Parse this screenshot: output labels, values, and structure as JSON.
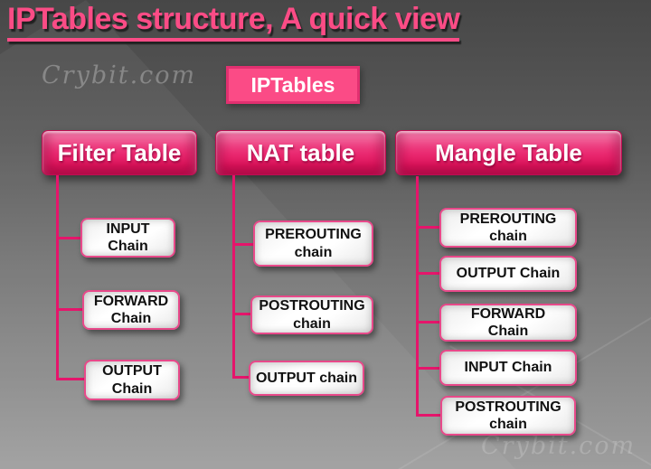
{
  "title": "IPTables structure, A quick view",
  "watermark_top": "Crybit.com",
  "watermark_bottom": "Crybit.com",
  "root": {
    "label": "IPTables"
  },
  "columns": [
    {
      "title": "Filter Table",
      "chains": [
        {
          "label": "INPUT\nChain"
        },
        {
          "label": "FORWARD\nChain"
        },
        {
          "label": "OUTPUT\nChain"
        }
      ]
    },
    {
      "title": "NAT table",
      "chains": [
        {
          "label": "PREROUTING\nchain"
        },
        {
          "label": "POSTROUTING\nchain"
        },
        {
          "label": "OUTPUT chain"
        }
      ]
    },
    {
      "title": "Mangle Table",
      "chains": [
        {
          "label": "PREROUTING\nchain"
        },
        {
          "label": "OUTPUT Chain"
        },
        {
          "label": "FORWARD\nChain"
        },
        {
          "label": "INPUT Chain"
        },
        {
          "label": "POSTROUTING\nchain"
        }
      ]
    }
  ],
  "colors": {
    "title_pink": "#fb4c86",
    "header_gradient_top": "#f7679f",
    "header_gradient_bottom": "#dd1458",
    "root_fill": "#fb4b86",
    "root_border": "#e23070",
    "connector_pink": "#e5156b",
    "chain_border_pink": "#e8498a",
    "chain_fill": "#ffffff",
    "chain_text": "#111111",
    "background_top": "#474747",
    "background_bottom": "#9e9e9e",
    "watermark_gray": "rgba(200,200,200,0.42)"
  }
}
